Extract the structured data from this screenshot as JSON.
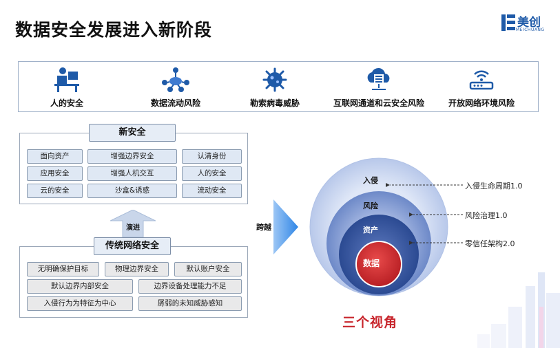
{
  "title": "数据安全发展进入新阶段",
  "logo": {
    "name": "美创",
    "sub": "MEICHUANG"
  },
  "risks": [
    {
      "label": "人的安全",
      "icon": "person-at-desk-icon"
    },
    {
      "label": "数据流动风险",
      "icon": "data-flow-network-icon"
    },
    {
      "label": "勒索病毒威胁",
      "icon": "virus-icon"
    },
    {
      "label": "互联网通道和云安全风险",
      "icon": "cloud-server-icon"
    },
    {
      "label": "开放网络环境风险",
      "icon": "wifi-router-icon"
    }
  ],
  "new_security": {
    "title": "新安全",
    "tags": [
      "面向资产",
      "增强边界安全",
      "认清身份",
      "应用安全",
      "增强人机交互",
      "人的安全",
      "云的安全",
      "沙盒&诱惑",
      "流动安全"
    ]
  },
  "evolve_label": "演进",
  "traditional": {
    "title": "传统网络安全",
    "tags": [
      "无明确保护目标",
      "物理边界安全",
      "默认账户安全",
      "默认边界内部安全",
      "边界设备处理能力不足",
      "入侵行为为特征为中心",
      "孱弱的未知威胁感知"
    ]
  },
  "leap_label": "跨越",
  "circles": [
    "入侵",
    "风险",
    "资产",
    "数据"
  ],
  "annotations": [
    "入侵生命周期1.0",
    "风险治理1.0",
    "零信任架构2.0"
  ],
  "footer": "三个视角",
  "colors": {
    "accent_red": "#c8252c",
    "primary_blue": "#1e5aa8",
    "circle_outer": "#c6d3ee",
    "circle_mid": "#7e98d2",
    "circle_inner": "#34539c",
    "core": "#cc2a2a"
  }
}
